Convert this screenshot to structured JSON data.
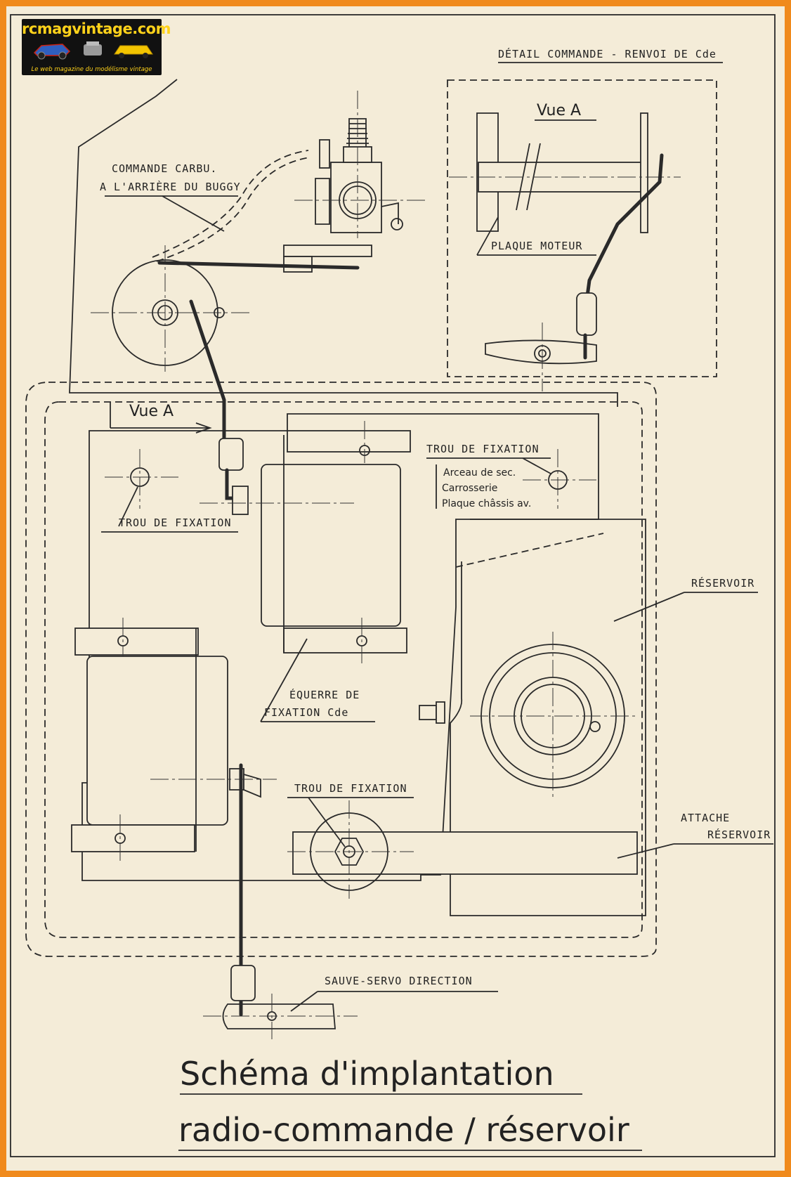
{
  "logo": {
    "brand": "rcmagvintage.com",
    "tagline": "Le web magazine du modélisme vintage"
  },
  "detail_header": "DÉTAIL COMMANDE - RENVOI DE Cde",
  "labels": {
    "commande_carbu_1": "COMMANDE CARBU.",
    "commande_carbu_2": "A L'ARRIÈRE DU BUGGY",
    "vue_a_detail": "Vue A",
    "plaque_moteur": "PLAQUE MOTEUR",
    "vue_a_main": "Vue A",
    "trou_fixation_top": "TROU DE FIXATION",
    "arceau": "Arceau de sec.",
    "carrosserie": "Carrosserie",
    "plaque_chassis": "Plaque châssis av.",
    "trou_fixation_left": "TROU DE FIXATION",
    "reservoir": "RÉSERVOIR",
    "equerre_1": "ÉQUERRE DE",
    "equerre_2": "FIXATION Cde",
    "trou_fixation_bottom": "TROU DE FIXATION",
    "attache_1": "ATTACHE",
    "attache_2": "RÉSERVOIR",
    "sauve_servo": "SAUVE-SERVO DIRECTION"
  },
  "title": {
    "line1": "Schéma d'implantation",
    "line2": "radio-commande / réservoir"
  },
  "colors": {
    "frame": "#f08a1c",
    "paper": "#f4ecd8",
    "ink": "#2a2a2a",
    "logo_bg": "#111111",
    "logo_text": "#ffd21a"
  }
}
